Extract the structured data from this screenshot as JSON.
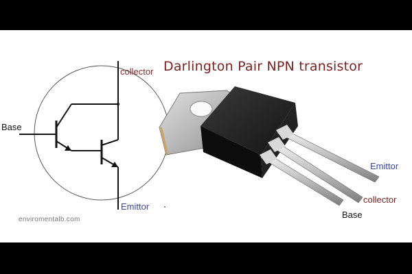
{
  "title": "Darlington Pair NPN transistor",
  "symbol": {
    "collector_label": "collector",
    "base_label": "Base",
    "emitter_label": "Emittor"
  },
  "package": {
    "pin_emitter_label": "Emittor",
    "pin_collector_label": "collector",
    "pin_base_label": "Base"
  },
  "watermark": "enviromentalb.com",
  "colors": {
    "title": "#7a1f1f",
    "emitter_text": "#3a4aa0",
    "collector_text": "#8b2a2a",
    "letterbox": "#000000"
  }
}
